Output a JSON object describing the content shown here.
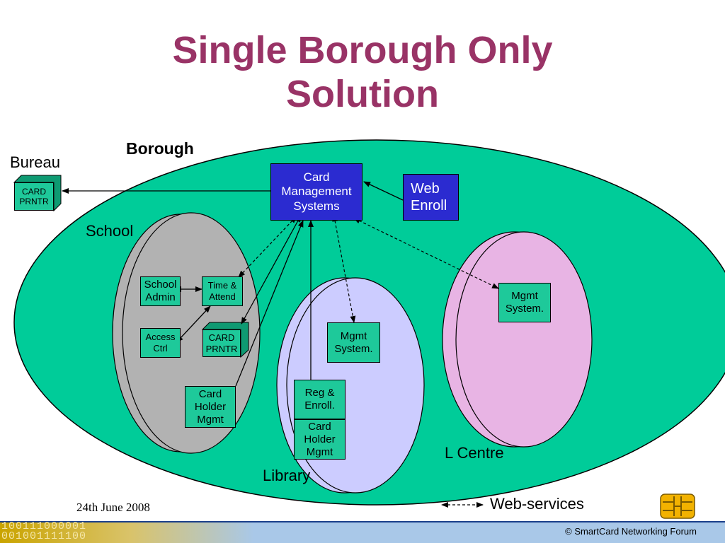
{
  "title": {
    "line1": "Single Borough Only",
    "line2": "Solution"
  },
  "labels": {
    "borough": "Borough",
    "bureau": "Bureau",
    "school": "School",
    "library": "Library",
    "l_centre": "L Centre",
    "legend_web_services": "Web-services"
  },
  "nodes": {
    "card_mgmt_systems": "Card\nManagement\nSystems",
    "web_enroll": "Web\nEnroll",
    "bureau_card_printer": "CARD\nPRNTR",
    "school_admin": "School\nAdmin",
    "time_attend": "Time &\nAttend",
    "access_ctrl": "Access\nCtrl",
    "school_card_printer": "CARD\nPRNTR",
    "school_card_holder_mgmt": "Card\nHolder\nMgmt",
    "library_mgmt_system": "Mgmt\nSystem.",
    "reg_enroll": "Reg &\nEnroll.",
    "library_card_holder_mgmt": "Card\nHolder\nMgmt",
    "lcentre_mgmt_system": "Mgmt\nSystem."
  },
  "footer": {
    "date": "24th June 2008",
    "copyright": "© SmartCard Networking Forum",
    "binary_line1": "100111000001",
    "binary_line2": "001001111100"
  },
  "colors": {
    "title": "#993366",
    "borough_fill": "#00cc99",
    "school_fill": "#b2b2b2",
    "library_fill": "#ccccff",
    "lcentre_fill": "#e8b4e4",
    "node_green": "#1ec99a",
    "node_blue": "#2b2bd0"
  }
}
